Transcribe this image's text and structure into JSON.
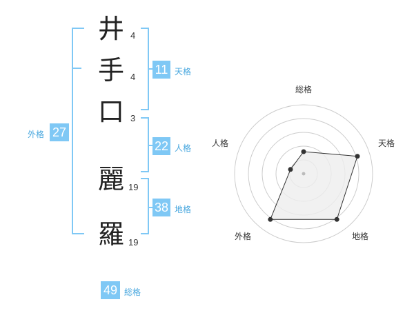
{
  "name_chars": [
    {
      "char": "井",
      "strokes": "4"
    },
    {
      "char": "手",
      "strokes": "4"
    },
    {
      "char": "口",
      "strokes": "3"
    },
    {
      "char": "麗",
      "strokes": "19"
    },
    {
      "char": "羅",
      "strokes": "19"
    }
  ],
  "scores": {
    "tenkaku": {
      "value": "11",
      "label": "天格"
    },
    "jinkaku": {
      "value": "22",
      "label": "人格"
    },
    "chikaku": {
      "value": "38",
      "label": "地格"
    },
    "gaikaku": {
      "value": "27",
      "label": "外格"
    },
    "soukaku": {
      "value": "49",
      "label": "総格"
    }
  },
  "radar": {
    "axes": [
      "総格",
      "天格",
      "地格",
      "外格",
      "人格"
    ],
    "levels_fraction": [
      0.32,
      0.82,
      0.82,
      0.82,
      0.2
    ],
    "colors": {
      "ring": "#cccccc",
      "fill": "#eeeeee",
      "stroke": "#333333",
      "point": "#333333"
    }
  }
}
